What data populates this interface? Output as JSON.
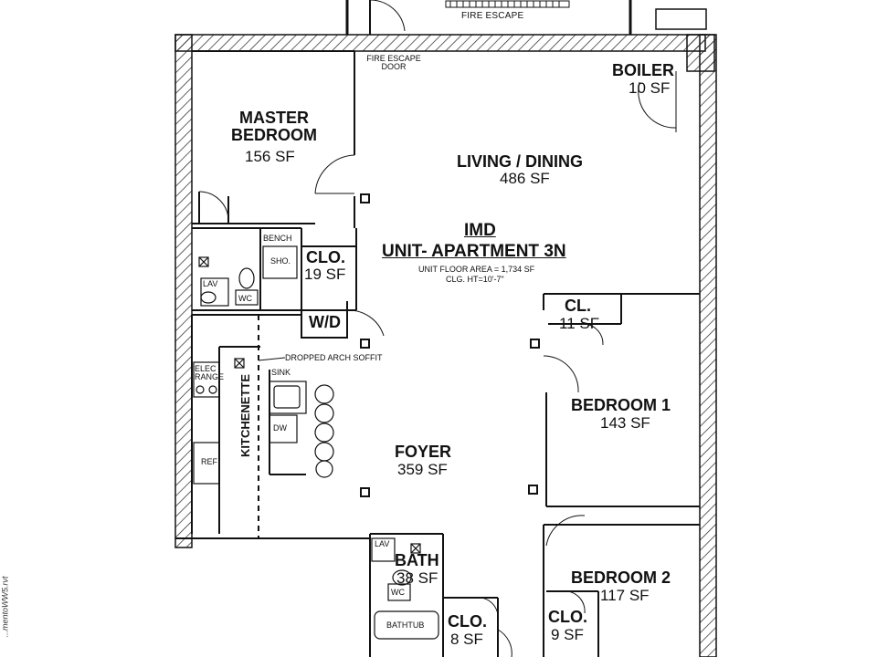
{
  "plan": {
    "unit_code": "IMD",
    "unit_name": "UNIT- APARTMENT 3N",
    "floor_area": "UNIT FLOOR AREA = 1,734 SF",
    "ceiling_height": "CLG. HT=10'-7\"",
    "file_label": "...mentoWW5.rvt"
  },
  "rooms": {
    "master_bedroom": {
      "name_line1": "MASTER",
      "name_line2": "BEDROOM",
      "area": "156 SF"
    },
    "living_dining": {
      "name": "LIVING / DINING",
      "area": "486 SF"
    },
    "boiler": {
      "name": "BOILER",
      "area": "10 SF"
    },
    "closet_master": {
      "name": "CLO.",
      "area": "19 SF"
    },
    "washer_dryer": {
      "name": "W/D"
    },
    "closet_br1": {
      "name": "CL.",
      "area": "11 SF"
    },
    "bedroom1": {
      "name": "BEDROOM 1",
      "area": "143 SF"
    },
    "foyer": {
      "name": "FOYER",
      "area": "359 SF"
    },
    "bath": {
      "name": "BATH",
      "area": "38 SF"
    },
    "bedroom2": {
      "name": "BEDROOM 2",
      "area": "117 SF"
    },
    "closet_hall": {
      "name": "CLO.",
      "area": "8 SF"
    },
    "closet_br2": {
      "name": "CLO.",
      "area": "9 SF"
    },
    "kitchenette": {
      "name": "KITCHENETTE"
    }
  },
  "labels": {
    "fire_escape": "FIRE ESCAPE",
    "fire_escape_door_1": "FIRE ESCAPE",
    "fire_escape_door_2": "DOOR",
    "bench": "BENCH",
    "shower": "SHO.",
    "lav_master": "LAV",
    "wc_master": "WC",
    "dropped_soffit": "DROPPED ARCH SOFFIT",
    "elec_range_1": "ELEC",
    "elec_range_2": "RANGE",
    "sink": "SINK",
    "dw": "DW",
    "ref": "REF",
    "lav_bath": "LAV",
    "wc_bath": "WC",
    "bathtub": "BATHTUB"
  }
}
